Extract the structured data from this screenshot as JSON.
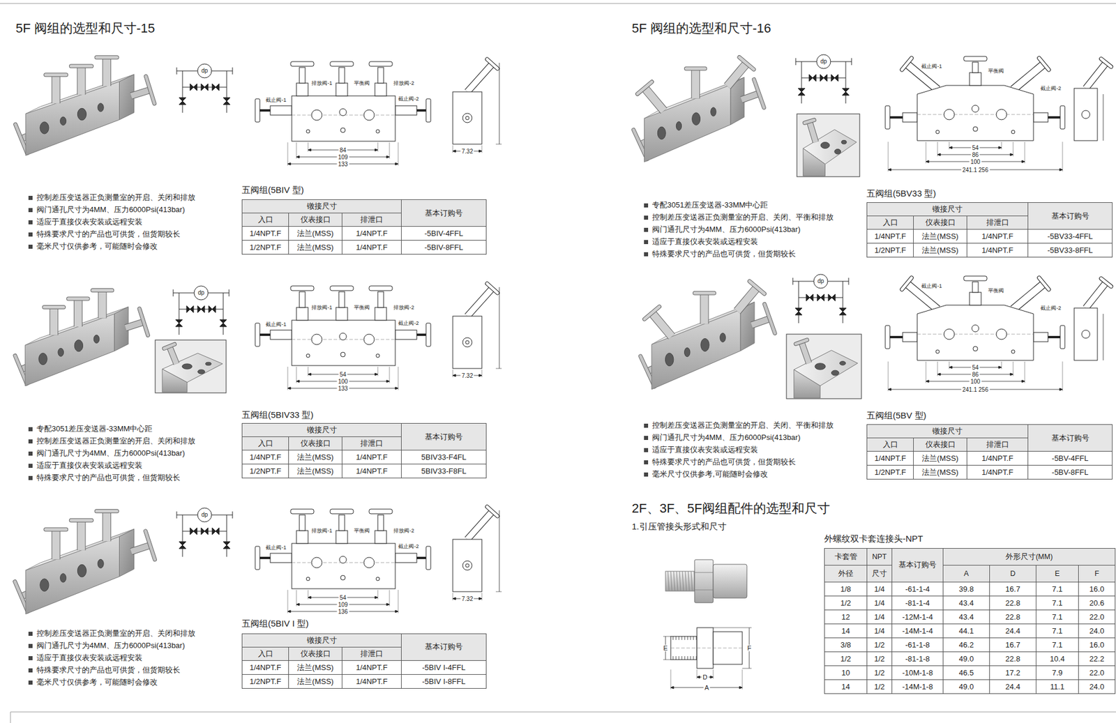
{
  "diagram": {
    "title": "5F 阀组的选型和尺寸-15",
    "labels": [
      "五阀组(5BIV 型)",
      "镦接尺寸",
      "基本订购号",
      "入口",
      "仪表接口",
      "排泄口",
      "1/4NPT.F",
      "法兰(MSS)",
      "1/4NPT.F",
      "-5BIV-4FFL",
      "1/2NPT.F",
      "法兰(MSS)",
      "1/4NPT.F",
      "-5BIV-8FFL",
      "控制差压变送器正负测量室的开启、关闭和排放",
      "阀门通孔尺寸为4MM、压力6000Psi(413bar)",
      "适应于直接仪表安装或远程安装",
      "特殊要求尺寸的产品也可供货，但货期较长",
      "毫米尺寸仅供参考，可能随时会修改",
      "dp",
      "截止阀-1",
      "排放阀-1",
      "平衡阀",
      "排放阀-2",
      "截止阀-2",
      "84",
      "109",
      "133",
      "7.32",
      "五阀组(5BIV33 型)",
      "镦接尺寸",
      "基本订购号",
      "入口",
      "仪表接口",
      "排泄口",
      "1/4NPT.F",
      "法兰(MSS)",
      "1/4NPT.F",
      "5BIV33-F4FL",
      "1/2NPT.F",
      "法兰(MSS)",
      "1/4NPT.F",
      "5BIV33-F8FL",
      "专配3051差压变送器-33MM中心距",
      "控制差压变送器正负测量室的开启、关闭和排放",
      "阀门通孔尺寸为4MM、压力6000Psi(413bar)",
      "适应于直接仪表安装或远程安装",
      "特殊要求尺寸的产品也可供货，但货期较长",
      "dp",
      "截止阀-1",
      "排放阀-1",
      "平衡阀",
      "排放阀-2",
      "截止阀-2",
      "54",
      "100",
      "133",
      "7.32",
      "五阀组(5BIV I 型)",
      "镦接尺寸",
      "基本订购号",
      "入口",
      "仪表接口",
      "排泄口",
      "1/4NPT.F",
      "法兰(MSS)",
      "1/4NPT.F",
      "-5BIV I-4FFL",
      "1/2NPT.F",
      "法兰(MSS)",
      "1/4NPT.F",
      "-5BIV I-8FFL",
      "控制差压变送器正负测量室的开启、关闭和排放",
      "阀门通孔尺寸为4MM、压力6000Psi(413bar)",
      "适应于直接仪表安装或远程安装",
      "特殊要求尺寸的产品也可供货，但货期较长",
      "毫米尺寸仅供参考，可能随时会修改",
      "dp",
      "截止阀-1",
      "排放阀-1",
      "平衡阀",
      "排放阀-2",
      "截止阀-2",
      "54",
      "109",
      "136",
      "7.32",
      "5F 阀组的选型和尺寸-16",
      "五阀组(5BV33 型)",
      "镦接尺寸",
      "基本订购号",
      "入口",
      "仪表接口",
      "排泄口",
      "1/4NPT.F",
      "法兰(MSS)",
      "1/4NPT.F",
      "-5BV33-4FFL",
      "1/2NPT.F",
      "法兰(MSS)",
      "1/4NPT.F",
      "-5BV33-8FFL",
      "专配3051差压变送器-33MM中心距",
      "控制差压变送器正负测量室的开启、关闭、平衡和排放",
      "阀门通孔尺寸为4MM、压力6000Psi(413bar)",
      "适应于直接仪表安装或远程安装",
      "特殊要求尺寸的产品也可供货，但货期较长",
      "dp",
      "截止阀-1",
      "平衡阀",
      "截止阀-2",
      "54",
      "86",
      "100",
      "241.1 256",
      "五阀组(5BV 型)",
      "镦接尺寸",
      "基本订购号",
      "入口",
      "仪表接口",
      "排泄口",
      "1/4NPT.F",
      "法兰(MSS)",
      "1/4NPT.F",
      "-5BV-4FFL",
      "1/2NPT.F",
      "法兰(MSS)",
      "1/4NPT.F",
      "-5BV-8FFL",
      "控制差压变送器正负测量室的开启、关闭、平衡和排放",
      "阀门通孔尺寸为4MM、压力6000Psi(413bar)",
      "适应于直接仪表安装或远程安装",
      "特殊要求尺寸的产品也可供货，但货期较长",
      "毫米尺寸仅供参考,可能随时会修改",
      "dp",
      "截止阀-1",
      "平衡阀",
      "截止阀-2",
      "54",
      "86",
      "100",
      "241.1 256",
      "2F、3F、5F阀组配件的选型和尺寸",
      "1.引压管接头形式和尺寸",
      "外螺纹双卡套连接头-NPT",
      "卡套管",
      "NPT",
      "基本订购号",
      "外形尺寸(MM)",
      "外径",
      "尺寸",
      "A",
      "D",
      "E",
      "F",
      "1/8",
      "1/4",
      "-61-1-4",
      "39.8",
      "16.7",
      "7.1",
      "16.0",
      "1/2",
      "1/4",
      "-81-1-4",
      "43.4",
      "22.8",
      "7.1",
      "20.6",
      "12",
      "1/4",
      "-12M-1-4",
      "43.4",
      "22.8",
      "7.1",
      "22.0",
      "14",
      "1/4",
      "-14M-1-4",
      "44.1",
      "24.4",
      "7.1",
      "24.0",
      "3/8",
      "1/2",
      "-61-1-8",
      "46.2",
      "16.7",
      "7.1",
      "16.0",
      "1/2",
      "1/2",
      "-81-1-8",
      "49.0",
      "22.8",
      "10.4",
      "22.2",
      "10",
      "1/2",
      "-10M-1-8",
      "46.5",
      "17.2",
      "7.9",
      "22.0",
      "14",
      "1/2",
      "-14M-1-8",
      "49.0",
      "24.4",
      "11.1",
      "24.0",
      "E",
      "F",
      "D",
      "A"
    ]
  }
}
